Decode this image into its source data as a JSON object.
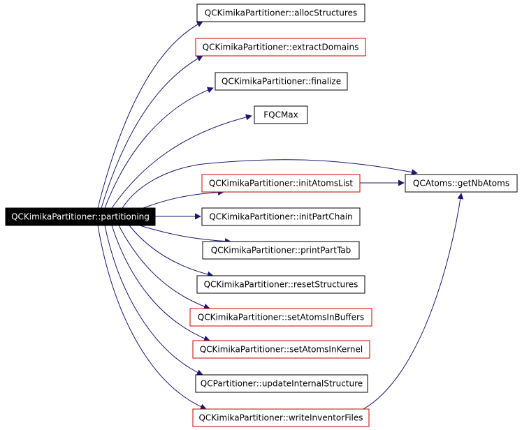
{
  "graph": {
    "root": {
      "id": "partitioning",
      "label": "QCKimikaPartitioner::partitioning",
      "fill": "#000000",
      "text_color": "#ffffff"
    },
    "nodes": [
      {
        "id": "allocStructures",
        "label": "QCKimikaPartitioner::allocStructures",
        "border_color": "#000000"
      },
      {
        "id": "extractDomains",
        "label": "QCKimikaPartitioner::extractDomains",
        "border_color": "#cc0000"
      },
      {
        "id": "finalize",
        "label": "QCKimikaPartitioner::finalize",
        "border_color": "#000000"
      },
      {
        "id": "FQCMax",
        "label": "FQCMax",
        "border_color": "#000000"
      },
      {
        "id": "initAtomsList",
        "label": "QCKimikaPartitioner::initAtomsList",
        "border_color": "#cc0000"
      },
      {
        "id": "getNbAtoms",
        "label": "QCAtoms::getNbAtoms",
        "border_color": "#000000"
      },
      {
        "id": "initPartChain",
        "label": "QCKimikaPartitioner::initPartChain",
        "border_color": "#000000"
      },
      {
        "id": "printPartTab",
        "label": "QCKimikaPartitioner::printPartTab",
        "border_color": "#000000"
      },
      {
        "id": "resetStructures",
        "label": "QCKimikaPartitioner::resetStructures",
        "border_color": "#000000"
      },
      {
        "id": "setAtomsInBuffers",
        "label": "QCKimikaPartitioner::setAtomsInBuffers",
        "border_color": "#cc0000"
      },
      {
        "id": "setAtomsInKernel",
        "label": "QCKimikaPartitioner::setAtomsInKernel",
        "border_color": "#cc0000"
      },
      {
        "id": "updateInternalStructure",
        "label": "QCPartitioner::updateInternalStructure",
        "border_color": "#000000"
      },
      {
        "id": "writeInventorFiles",
        "label": "QCKimikaPartitioner::writeInventorFiles",
        "border_color": "#cc0000"
      }
    ],
    "edges": [
      {
        "from": "partitioning",
        "to": "allocStructures"
      },
      {
        "from": "partitioning",
        "to": "extractDomains"
      },
      {
        "from": "partitioning",
        "to": "finalize"
      },
      {
        "from": "partitioning",
        "to": "FQCMax"
      },
      {
        "from": "partitioning",
        "to": "getNbAtoms"
      },
      {
        "from": "partitioning",
        "to": "initAtomsList"
      },
      {
        "from": "initAtomsList",
        "to": "getNbAtoms"
      },
      {
        "from": "partitioning",
        "to": "initPartChain"
      },
      {
        "from": "partitioning",
        "to": "printPartTab"
      },
      {
        "from": "partitioning",
        "to": "resetStructures"
      },
      {
        "from": "partitioning",
        "to": "setAtomsInBuffers"
      },
      {
        "from": "partitioning",
        "to": "setAtomsInKernel"
      },
      {
        "from": "partitioning",
        "to": "updateInternalStructure"
      },
      {
        "from": "partitioning",
        "to": "writeInventorFiles"
      },
      {
        "from": "writeInventorFiles",
        "to": "getNbAtoms"
      }
    ],
    "edge_color": "#191970"
  }
}
